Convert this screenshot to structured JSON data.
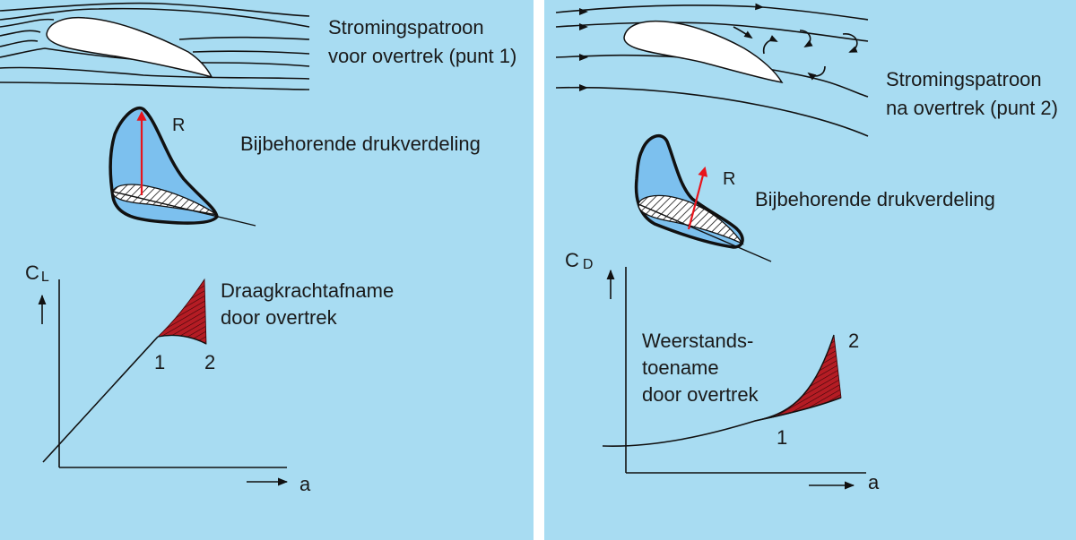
{
  "colors": {
    "panel_bg": "#a8dcf2",
    "divider": "#ffffff",
    "airfoil_fill": "#ffffff",
    "pressure_fill": "#7cc0ee",
    "line": "#111111",
    "vector_red": "#e8141c",
    "shaded_red": "#b51c24"
  },
  "left": {
    "flow_caption_line1": "Stromingspatroon",
    "flow_caption_line2": "voor overtrek (punt 1)",
    "pressure_caption": "Bijbehorende drukverdeling",
    "force_label": "R",
    "graph_y_label_main": "C",
    "graph_y_label_sub": "L",
    "graph_x_label": "a",
    "loss_caption_line1": "Draagkrachtafname",
    "loss_caption_line2": "door overtrek",
    "point_1": "1",
    "point_2": "2"
  },
  "right": {
    "flow_caption_line1": "Stromingspatroon",
    "flow_caption_line2": "na overtrek (punt 2)",
    "pressure_caption": "Bijbehorende drukverdeling",
    "force_label": "R",
    "graph_y_label_main": "C",
    "graph_y_label_sub": "D",
    "graph_x_label": "a",
    "gain_caption_line1": "Weerstands-",
    "gain_caption_line2": "toename",
    "gain_caption_line3": "door overtrek",
    "point_1": "1",
    "point_2": "2"
  }
}
